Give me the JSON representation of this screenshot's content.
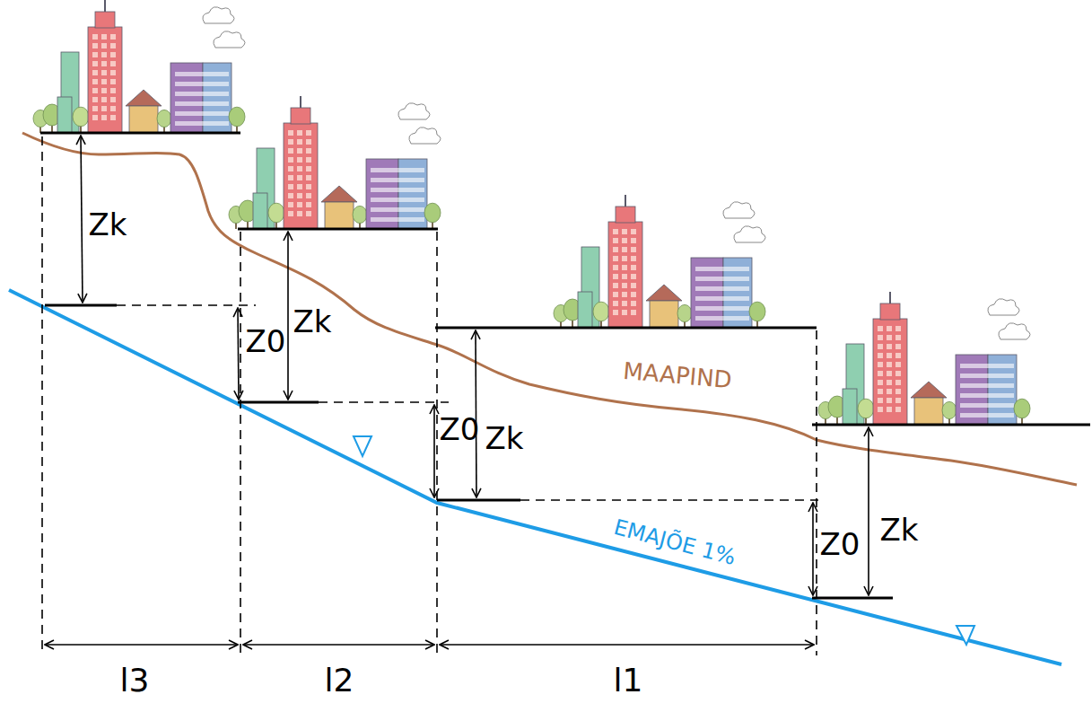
{
  "diagram": {
    "labels": [
      "Zk",
      "Z0",
      "Zk",
      "Z0",
      "Zk",
      "Z0",
      "Zk",
      "MAAPIND",
      "EMAJÕE 1%",
      "l3",
      "l2",
      "l1"
    ]
  }
}
